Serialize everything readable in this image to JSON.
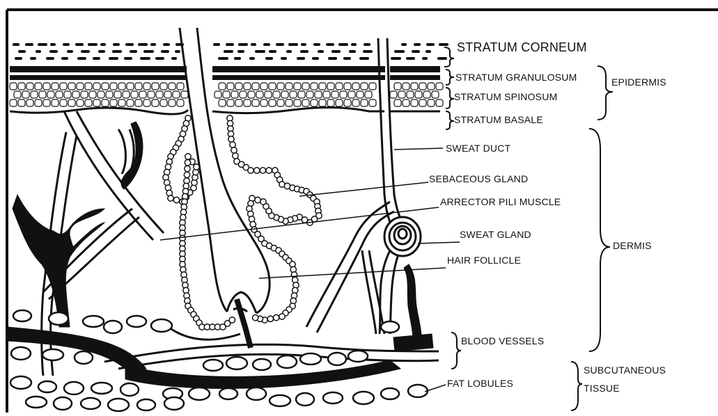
{
  "labels": {
    "stratum_corneum": "STRATUM CORNEUM",
    "stratum_granulosum": "STRATUM GRANULOSUM",
    "stratum_spinosum": "STRATUM SPINOSUM",
    "stratum_basale": "STRATUM BASALE",
    "epidermis": "EPIDERMIS",
    "sweat_duct": "SWEAT DUCT",
    "sebaceous_gland": "SEBACEOUS GLAND",
    "arrector_pili_muscle": "ARRECTOR PILI MUSCLE",
    "sweat_gland": "SWEAT GLAND",
    "hair_follicle": "HAIR FOLLICLE",
    "dermis": "DERMIS",
    "blood_vessels": "BLOOD VESSELS",
    "fat_lobules": "FAT LOBULES",
    "subcutaneous_line1": "SUBCUTANEOUS",
    "subcutaneous_line2": "TISSUE"
  },
  "colors": {
    "ink": "#111111",
    "paper": "#ffffff"
  }
}
